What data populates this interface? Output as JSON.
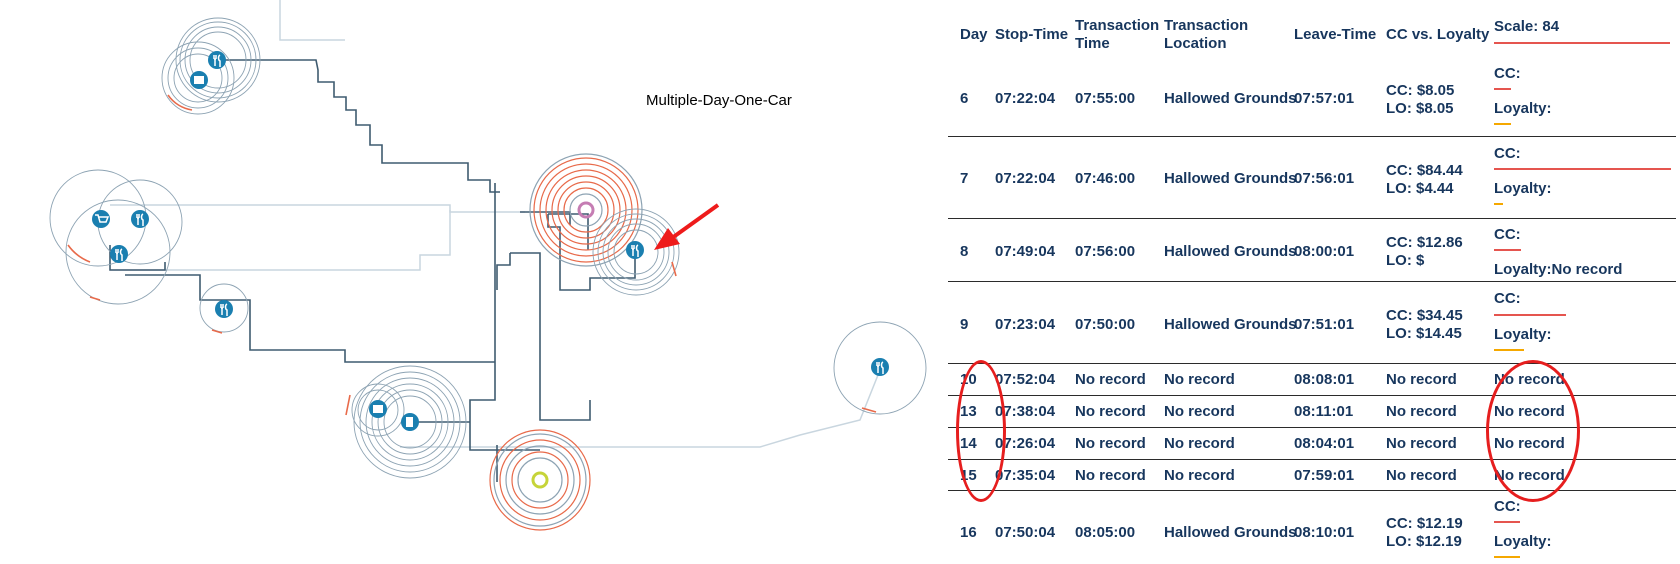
{
  "map": {
    "title": "Multiple-Day-One-Car",
    "colors": {
      "route": "#3f5b70",
      "faint_route": "#c9d6df",
      "ring_gray": "#8da3b3",
      "ring_orange": "#e86a4a",
      "pin": "#1a7fb0",
      "start_marker": "#c6d439",
      "end_marker": "#c57db3",
      "arrow": "#ee1b1b"
    },
    "poi_icons": [
      {
        "name": "restaurant-icon",
        "label": "restaurant"
      },
      {
        "name": "shop-icon",
        "label": "shop"
      },
      {
        "name": "cart-icon",
        "label": "shopping"
      }
    ]
  },
  "table": {
    "headers": {
      "day": "Day",
      "stop_time": "Stop-Time",
      "transaction_time": [
        "Transaction",
        "Time"
      ],
      "transaction_location": [
        "Transaction",
        "Location"
      ],
      "leave_time": "Leave-Time",
      "cc_vs_loyalty": "CC vs. Loyalty",
      "scale": "Scale: 84"
    },
    "rows": [
      {
        "day": "6",
        "stop": "07:22:04",
        "ttime": "07:55:00",
        "loc": "Hallowed Grounds",
        "leave": "07:57:01",
        "cc": "CC: $8.05",
        "lo": "LO: $8.05",
        "cc_label": "CC:",
        "lo_label": "Loyalty:",
        "cc_value": 8.05,
        "lo_value": 8.05
      },
      {
        "day": "7",
        "stop": "07:22:04",
        "ttime": "07:46:00",
        "loc": "Hallowed Grounds",
        "leave": "07:56:01",
        "cc": "CC: $84.44",
        "lo": "LO: $4.44",
        "cc_label": "CC:",
        "lo_label": "Loyalty:",
        "cc_value": 84.44,
        "lo_value": 4.44
      },
      {
        "day": "8",
        "stop": "07:49:04",
        "ttime": "07:56:00",
        "loc": "Hallowed Grounds",
        "leave": "08:00:01",
        "cc": "CC: $12.86",
        "lo": "LO: $",
        "cc_label": "CC:",
        "lo_label": "Loyalty:No record",
        "cc_value": 12.86,
        "lo_value": 0
      },
      {
        "day": "9",
        "stop": "07:23:04",
        "ttime": "07:50:00",
        "loc": "Hallowed Grounds",
        "leave": "07:51:01",
        "cc": "CC: $34.45",
        "lo": "LO: $14.45",
        "cc_label": "CC:",
        "lo_label": "Loyalty:",
        "cc_value": 34.45,
        "lo_value": 14.45
      },
      {
        "day": "10",
        "stop": "07:52:04",
        "ttime": "No record",
        "loc": "No record",
        "leave": "08:08:01",
        "cc": "No record",
        "scale_note": "No record"
      },
      {
        "day": "13",
        "stop": "07:38:04",
        "ttime": "No record",
        "loc": "No record",
        "leave": "08:11:01",
        "cc": "No record",
        "scale_note": "No record"
      },
      {
        "day": "14",
        "stop": "07:26:04",
        "ttime": "No record",
        "loc": "No record",
        "leave": "08:04:01",
        "cc": "No record",
        "scale_note": "No record"
      },
      {
        "day": "15",
        "stop": "07:35:04",
        "ttime": "No record",
        "loc": "No record",
        "leave": "07:59:01",
        "cc": "No record",
        "scale_note": "No record"
      },
      {
        "day": "16",
        "stop": "07:50:04",
        "ttime": "08:05:00",
        "loc": "Hallowed Grounds",
        "leave": "08:10:01",
        "cc": "CC: $12.19",
        "lo": "LO: $12.19",
        "cc_label": "CC:",
        "lo_label": "Loyalty:",
        "cc_value": 12.19,
        "lo_value": 12.19
      }
    ],
    "scale_max": 84,
    "colors": {
      "text": "#17365d",
      "cc_bar": "#e5554f",
      "lo_bar": "#f5a800",
      "highlight_oval": "#e61e1e"
    }
  }
}
